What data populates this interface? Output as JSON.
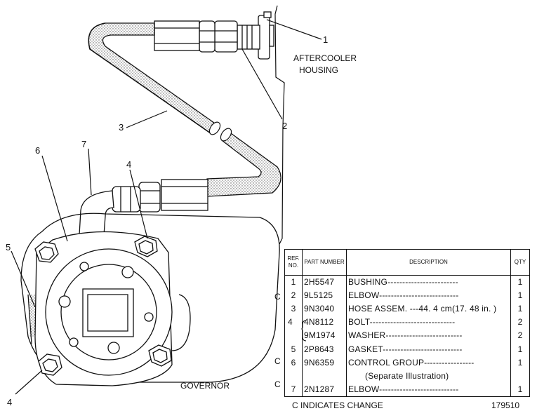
{
  "callouts": {
    "c1": "1",
    "c2": "2",
    "c3": "3",
    "c4a": "4",
    "c4b": "4",
    "c5": "5",
    "c6": "6",
    "c7": "7"
  },
  "labels": {
    "aftercooler_line1": "AFTERCOOLER",
    "aftercooler_line2": "HOUSING",
    "governor": "GOVERNOR"
  },
  "table": {
    "headers": {
      "ref": "REF. NO.",
      "part": "PART NUMBER",
      "desc": "DESCRIPTION",
      "qty": "QTY"
    },
    "rows": [
      {
        "change": "",
        "ref": "1",
        "part": "2H5547",
        "desc": "BUSHING------------------------",
        "qty": "1"
      },
      {
        "change": "C",
        "ref": "2",
        "part": "9L5125",
        "desc": "ELBOW---------------------------",
        "qty": "1"
      },
      {
        "change": "",
        "ref": "3",
        "part": "9N3040",
        "desc": "HOSE ASSEM. ---44. 4 cm(17. 48 in. )",
        "qty": "1"
      },
      {
        "change": "",
        "ref": "4",
        "part": "4N8112",
        "desc": "BOLT-----------------------------",
        "qty": "2"
      },
      {
        "change": "",
        "ref": "",
        "part": "9M1974",
        "desc": "WASHER--------------------------",
        "qty": "2"
      },
      {
        "change": "",
        "ref": "5",
        "part": "2P8643",
        "desc": "GASKET---------------------------",
        "qty": "1"
      },
      {
        "change": "C",
        "ref": "6",
        "part": "9N6359",
        "desc": "CONTROL GROUP-----------------",
        "qty": "1"
      },
      {
        "change": "",
        "ref": "",
        "part": "",
        "desc": "(Separate Illustration)",
        "qty": ""
      },
      {
        "change": "C",
        "ref": "7",
        "part": "2N1287",
        "desc": "ELBOW---------------------------",
        "qty": "1"
      }
    ]
  },
  "footer": {
    "note": "C INDICATES CHANGE",
    "number": "179510"
  },
  "colors": {
    "ink": "#111111",
    "stipple": "#555555"
  }
}
